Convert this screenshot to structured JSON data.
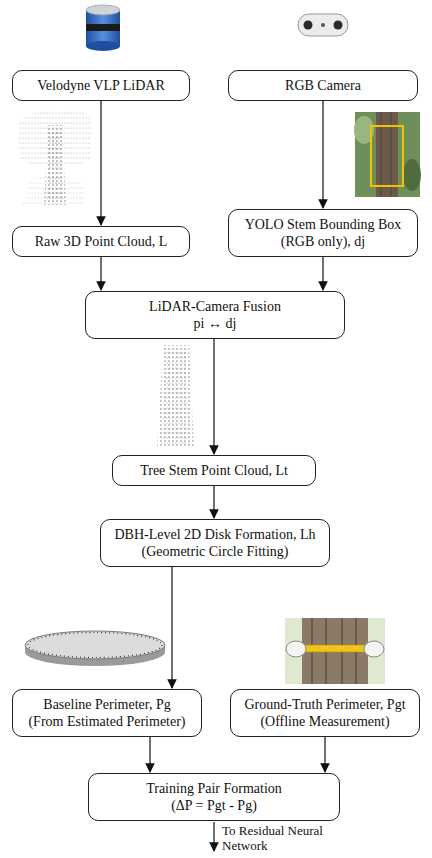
{
  "diagram": {
    "nodes": [
      {
        "text": [
          "Velodyne VLP LiDAR"
        ]
      },
      {
        "text": [
          "RGB Camera"
        ]
      },
      {
        "text": [
          "Raw 3D Point Cloud, L"
        ]
      },
      {
        "text": [
          "YOLO Stem Bounding Box (RGB only), dj"
        ]
      },
      {
        "text": [
          "LiDAR-Camera Fusion",
          "pi ↔ dj"
        ]
      },
      {
        "text": [
          "Tree Stem Point Cloud, Lt"
        ]
      },
      {
        "text": [
          "DBH-Level 2D Disk Formation, Lh",
          "(Geometric Circle Fitting)"
        ]
      },
      {
        "text": [
          "Baseline Perimeter, Pg",
          "(From Estimated Perimeter)"
        ]
      },
      {
        "text": [
          "Ground-Truth Perimeter, Pgt",
          "(Offline Measurement)"
        ]
      },
      {
        "text": [
          "Training Pair Formation",
          "(ΔP = Pgt - Pg)"
        ]
      }
    ],
    "edges": [
      {
        "from": 0,
        "to": 2,
        "arrow": "to"
      },
      {
        "from": 1,
        "to": 3,
        "arrow": "to"
      },
      {
        "from": 2,
        "to": 4,
        "arrow": "to"
      },
      {
        "from": 3,
        "to": 4,
        "arrow": "to"
      },
      {
        "from": 4,
        "to": 5,
        "arrow": "to"
      },
      {
        "from": 5,
        "to": 6,
        "arrow": "to"
      },
      {
        "from": 6,
        "to": 7,
        "arrow": "to"
      },
      {
        "from": 7,
        "to": 9,
        "arrow": "to"
      },
      {
        "from": 8,
        "to": 9,
        "arrow": "to"
      }
    ],
    "labels": [
      "To Residual Neural Network"
    ]
  }
}
